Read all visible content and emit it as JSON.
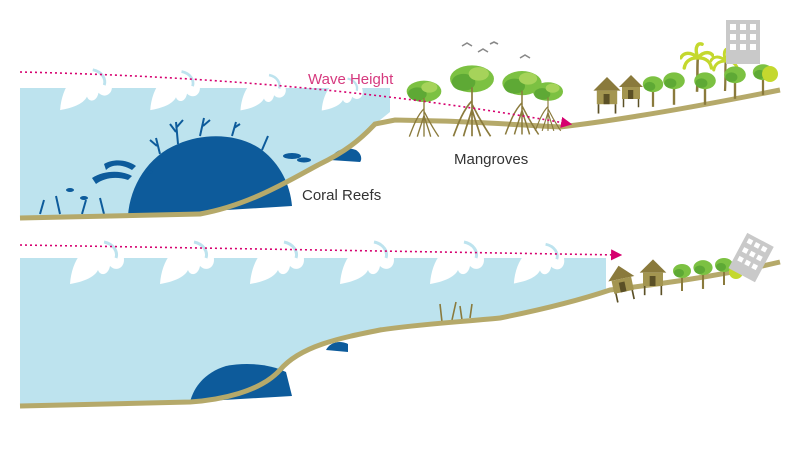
{
  "labels": {
    "wave_height": "Wave Height",
    "mangroves": "Mangroves",
    "coral_reefs": "Coral Reefs"
  },
  "colors": {
    "water": "#bde3ee",
    "foam": "#ffffff",
    "reef": "#0d5b9b",
    "sediment": "#b5a96a",
    "arrow": "#d6006f",
    "tree_green": "#7cc142",
    "tree_lime": "#c4d82e",
    "hut": "#8a7a3c",
    "building": "#c9c9c9"
  }
}
